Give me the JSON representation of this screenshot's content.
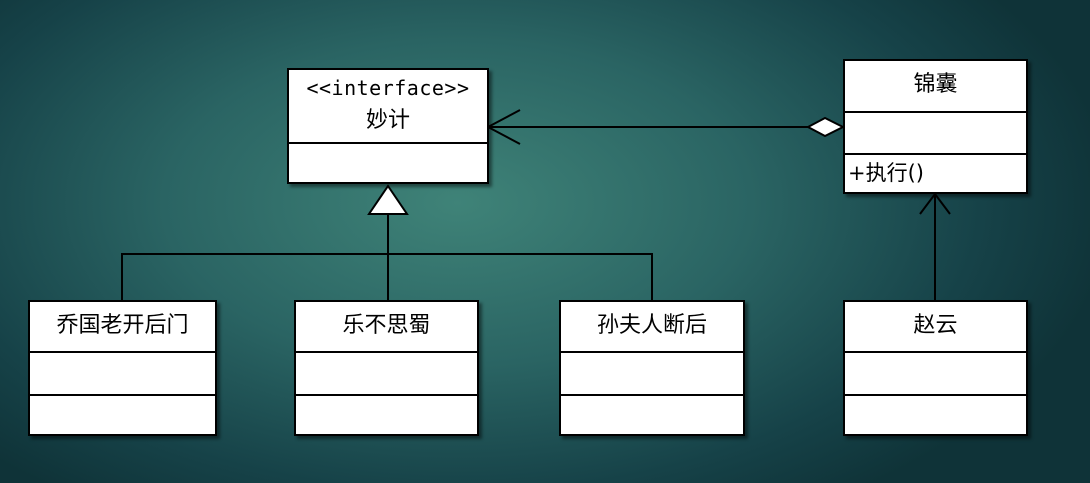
{
  "diagram": {
    "interface": {
      "stereotype": "<<interface>>",
      "name": "妙计"
    },
    "pouch": {
      "name": "锦囊",
      "method": "+执行()"
    },
    "strategies": [
      {
        "name": "乔国老开后门"
      },
      {
        "name": "乐不思蜀"
      },
      {
        "name": "孙夫人断后"
      }
    ],
    "client": {
      "name": "赵云"
    }
  }
}
